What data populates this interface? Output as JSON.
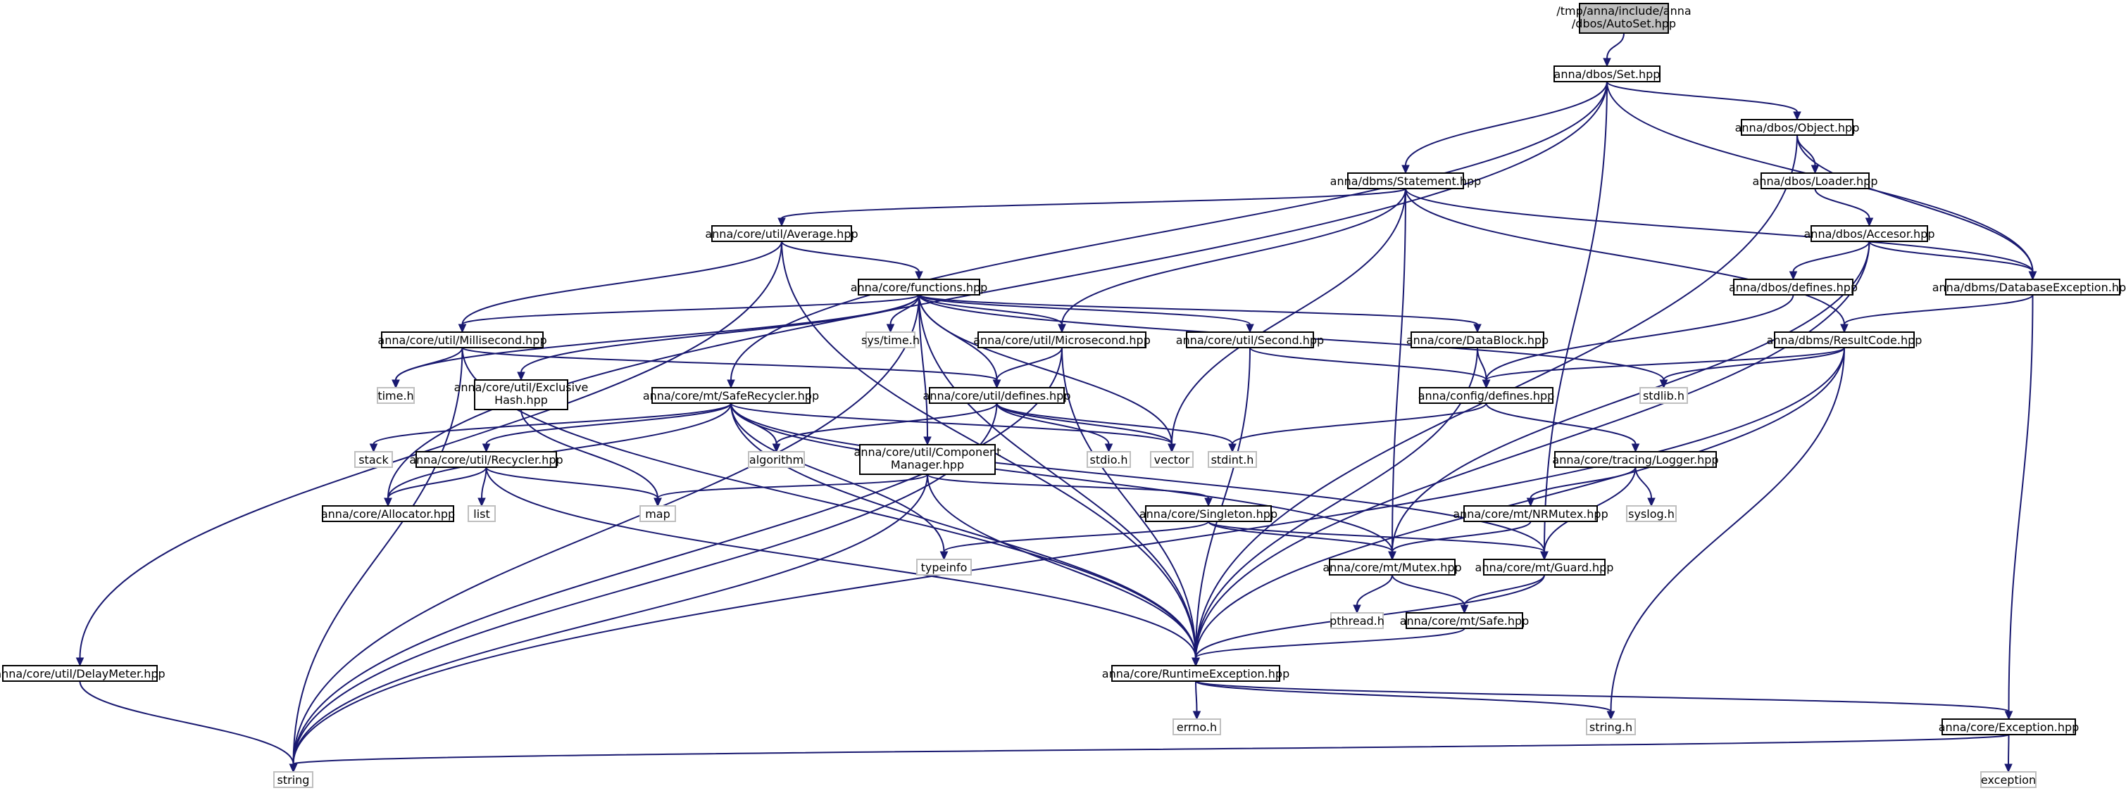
{
  "colors": {
    "edge": "#191970",
    "node_border": "#000000",
    "external_border": "#bfbfbf",
    "root_fill": "#bfbfbf",
    "node_fill": "#ffffff",
    "text": "#000000"
  },
  "nodes": [
    {
      "id": "autoset",
      "label": [
        "/tmp/anna/include/anna",
        "/dbos/AutoSet.hpp"
      ],
      "kind": "root"
    },
    {
      "id": "set",
      "label": [
        "anna/dbos/Set.hpp"
      ],
      "kind": "file"
    },
    {
      "id": "object",
      "label": [
        "anna/dbos/Object.hpp"
      ],
      "kind": "file"
    },
    {
      "id": "statement",
      "label": [
        "anna/dbms/Statement.hpp"
      ],
      "kind": "file"
    },
    {
      "id": "loader",
      "label": [
        "anna/dbos/Loader.hpp"
      ],
      "kind": "file"
    },
    {
      "id": "accesor",
      "label": [
        "anna/dbos/Accesor.hpp"
      ],
      "kind": "file"
    },
    {
      "id": "average",
      "label": [
        "anna/core/util/Average.hpp"
      ],
      "kind": "file"
    },
    {
      "id": "functions",
      "label": [
        "anna/core/functions.hpp"
      ],
      "kind": "file"
    },
    {
      "id": "dbosdefines",
      "label": [
        "anna/dbos/defines.hpp"
      ],
      "kind": "file"
    },
    {
      "id": "dbexception",
      "label": [
        "anna/dbms/DatabaseException.hpp"
      ],
      "kind": "file"
    },
    {
      "id": "millisecond",
      "label": [
        "anna/core/util/Millisecond.hpp"
      ],
      "kind": "file"
    },
    {
      "id": "systime",
      "label": [
        "sys/time.h"
      ],
      "kind": "ext"
    },
    {
      "id": "microsecond",
      "label": [
        "anna/core/util/Microsecond.hpp"
      ],
      "kind": "file"
    },
    {
      "id": "second",
      "label": [
        "anna/core/util/Second.hpp"
      ],
      "kind": "file"
    },
    {
      "id": "datablock",
      "label": [
        "anna/core/DataBlock.hpp"
      ],
      "kind": "file"
    },
    {
      "id": "resultcode",
      "label": [
        "anna/dbms/ResultCode.hpp"
      ],
      "kind": "file"
    },
    {
      "id": "timeh",
      "label": [
        "time.h"
      ],
      "kind": "ext"
    },
    {
      "id": "exclusivehash",
      "label": [
        "anna/core/util/Exclusive",
        "Hash.hpp"
      ],
      "kind": "file"
    },
    {
      "id": "saferecycler",
      "label": [
        "anna/core/mt/SafeRecycler.hpp"
      ],
      "kind": "file"
    },
    {
      "id": "utildefines",
      "label": [
        "anna/core/util/defines.hpp"
      ],
      "kind": "file"
    },
    {
      "id": "configdefines",
      "label": [
        "anna/config/defines.hpp"
      ],
      "kind": "file"
    },
    {
      "id": "stdlibh",
      "label": [
        "stdlib.h"
      ],
      "kind": "ext"
    },
    {
      "id": "stack",
      "label": [
        "stack"
      ],
      "kind": "ext"
    },
    {
      "id": "recycler",
      "label": [
        "anna/core/util/Recycler.hpp"
      ],
      "kind": "file"
    },
    {
      "id": "algorithm",
      "label": [
        "algorithm"
      ],
      "kind": "ext"
    },
    {
      "id": "compmanager",
      "label": [
        "anna/core/util/Component",
        "Manager.hpp"
      ],
      "kind": "file"
    },
    {
      "id": "stdioh",
      "label": [
        "stdio.h"
      ],
      "kind": "ext"
    },
    {
      "id": "vector",
      "label": [
        "vector"
      ],
      "kind": "ext"
    },
    {
      "id": "stdinth",
      "label": [
        "stdint.h"
      ],
      "kind": "ext"
    },
    {
      "id": "logger",
      "label": [
        "anna/core/tracing/Logger.hpp"
      ],
      "kind": "file"
    },
    {
      "id": "list",
      "label": [
        "list"
      ],
      "kind": "ext"
    },
    {
      "id": "map",
      "label": [
        "map"
      ],
      "kind": "ext"
    },
    {
      "id": "allocator",
      "label": [
        "anna/core/Allocator.hpp"
      ],
      "kind": "file"
    },
    {
      "id": "singleton",
      "label": [
        "anna/core/Singleton.hpp"
      ],
      "kind": "file"
    },
    {
      "id": "nrmutex",
      "label": [
        "anna/core/mt/NRMutex.hpp"
      ],
      "kind": "file"
    },
    {
      "id": "syslogh",
      "label": [
        "syslog.h"
      ],
      "kind": "ext"
    },
    {
      "id": "typeinfo",
      "label": [
        "typeinfo"
      ],
      "kind": "ext"
    },
    {
      "id": "mutex",
      "label": [
        "anna/core/mt/Mutex.hpp"
      ],
      "kind": "file"
    },
    {
      "id": "guard",
      "label": [
        "anna/core/mt/Guard.hpp"
      ],
      "kind": "file"
    },
    {
      "id": "pthreadh",
      "label": [
        "pthread.h"
      ],
      "kind": "ext"
    },
    {
      "id": "safe",
      "label": [
        "anna/core/mt/Safe.hpp"
      ],
      "kind": "file"
    },
    {
      "id": "delaymeter",
      "label": [
        "anna/core/util/DelayMeter.hpp"
      ],
      "kind": "file"
    },
    {
      "id": "runtimeexc",
      "label": [
        "anna/core/RuntimeException.hpp"
      ],
      "kind": "file"
    },
    {
      "id": "errnoh",
      "label": [
        "errno.h"
      ],
      "kind": "ext"
    },
    {
      "id": "stringh",
      "label": [
        "string.h"
      ],
      "kind": "ext"
    },
    {
      "id": "exception",
      "label": [
        "anna/core/Exception.hpp"
      ],
      "kind": "file"
    },
    {
      "id": "string",
      "label": [
        "string"
      ],
      "kind": "ext"
    },
    {
      "id": "exceptionstd",
      "label": [
        "exception"
      ],
      "kind": "ext"
    }
  ],
  "edges": [
    [
      "autoset",
      "set"
    ],
    [
      "set",
      "object"
    ],
    [
      "set",
      "statement"
    ],
    [
      "set",
      "dbexception"
    ],
    [
      "set",
      "saferecycler"
    ],
    [
      "set",
      "allocator"
    ],
    [
      "set",
      "guard"
    ],
    [
      "object",
      "loader"
    ],
    [
      "object",
      "dbexception"
    ],
    [
      "object",
      "runtimeexc"
    ],
    [
      "loader",
      "accesor"
    ],
    [
      "accesor",
      "dbosdefines"
    ],
    [
      "accesor",
      "dbexception"
    ],
    [
      "accesor",
      "mutex"
    ],
    [
      "accesor",
      "runtimeexc"
    ],
    [
      "dbosdefines",
      "configdefines"
    ],
    [
      "statement",
      "average"
    ],
    [
      "statement",
      "microsecond"
    ],
    [
      "statement",
      "vector"
    ],
    [
      "statement",
      "mutex"
    ],
    [
      "statement",
      "resultcode"
    ],
    [
      "statement",
      "dbexception"
    ],
    [
      "average",
      "functions"
    ],
    [
      "average",
      "millisecond"
    ],
    [
      "average",
      "runtimeexc"
    ],
    [
      "average",
      "delaymeter"
    ],
    [
      "functions",
      "millisecond"
    ],
    [
      "functions",
      "systime"
    ],
    [
      "functions",
      "microsecond"
    ],
    [
      "functions",
      "second"
    ],
    [
      "functions",
      "datablock"
    ],
    [
      "functions",
      "timeh"
    ],
    [
      "functions",
      "exclusivehash"
    ],
    [
      "functions",
      "utildefines"
    ],
    [
      "functions",
      "compmanager"
    ],
    [
      "functions",
      "vector"
    ],
    [
      "functions",
      "stdlibh"
    ],
    [
      "functions",
      "runtimeexc"
    ],
    [
      "functions",
      "string"
    ],
    [
      "dbexception",
      "resultcode"
    ],
    [
      "dbexception",
      "exception"
    ],
    [
      "millisecond",
      "timeh"
    ],
    [
      "millisecond",
      "utildefines"
    ],
    [
      "millisecond",
      "string"
    ],
    [
      "millisecond",
      "runtimeexc"
    ],
    [
      "microsecond",
      "utildefines"
    ],
    [
      "microsecond",
      "string"
    ],
    [
      "microsecond",
      "runtimeexc"
    ],
    [
      "second",
      "configdefines"
    ],
    [
      "second",
      "runtimeexc"
    ],
    [
      "datablock",
      "configdefines"
    ],
    [
      "datablock",
      "runtimeexc"
    ],
    [
      "resultcode",
      "configdefines"
    ],
    [
      "resultcode",
      "stdlibh"
    ],
    [
      "resultcode",
      "runtimeexc"
    ],
    [
      "resultcode",
      "stringh"
    ],
    [
      "resultcode",
      "string"
    ],
    [
      "exclusivehash",
      "map"
    ],
    [
      "saferecycler",
      "stack"
    ],
    [
      "saferecycler",
      "recycler"
    ],
    [
      "saferecycler",
      "algorithm"
    ],
    [
      "saferecycler",
      "typeinfo"
    ],
    [
      "saferecycler",
      "allocator"
    ],
    [
      "saferecycler",
      "mutex"
    ],
    [
      "saferecycler",
      "guard"
    ],
    [
      "saferecycler",
      "vector"
    ],
    [
      "saferecycler",
      "runtimeexc"
    ],
    [
      "utildefines",
      "algorithm"
    ],
    [
      "utildefines",
      "stdioh"
    ],
    [
      "utildefines",
      "vector"
    ],
    [
      "utildefines",
      "stdinth"
    ],
    [
      "utildefines",
      "string"
    ],
    [
      "configdefines",
      "stdinth"
    ],
    [
      "configdefines",
      "logger"
    ],
    [
      "recycler",
      "list"
    ],
    [
      "recycler",
      "map"
    ],
    [
      "recycler",
      "allocator"
    ],
    [
      "recycler",
      "runtimeexc"
    ],
    [
      "compmanager",
      "map"
    ],
    [
      "compmanager",
      "singleton"
    ],
    [
      "compmanager",
      "runtimeexc"
    ],
    [
      "compmanager",
      "string"
    ],
    [
      "logger",
      "nrmutex"
    ],
    [
      "logger",
      "syslogh"
    ],
    [
      "logger",
      "guard"
    ],
    [
      "singleton",
      "typeinfo"
    ],
    [
      "singleton",
      "mutex"
    ],
    [
      "singleton",
      "guard"
    ],
    [
      "nrmutex",
      "mutex"
    ],
    [
      "mutex",
      "pthreadh"
    ],
    [
      "mutex",
      "safe"
    ],
    [
      "guard",
      "safe"
    ],
    [
      "guard",
      "runtimeexc"
    ],
    [
      "safe",
      "runtimeexc"
    ],
    [
      "delaymeter",
      "string"
    ],
    [
      "runtimeexc",
      "errnoh"
    ],
    [
      "runtimeexc",
      "stringh"
    ],
    [
      "runtimeexc",
      "exception"
    ],
    [
      "exception",
      "string"
    ],
    [
      "exception",
      "exceptionstd"
    ]
  ]
}
